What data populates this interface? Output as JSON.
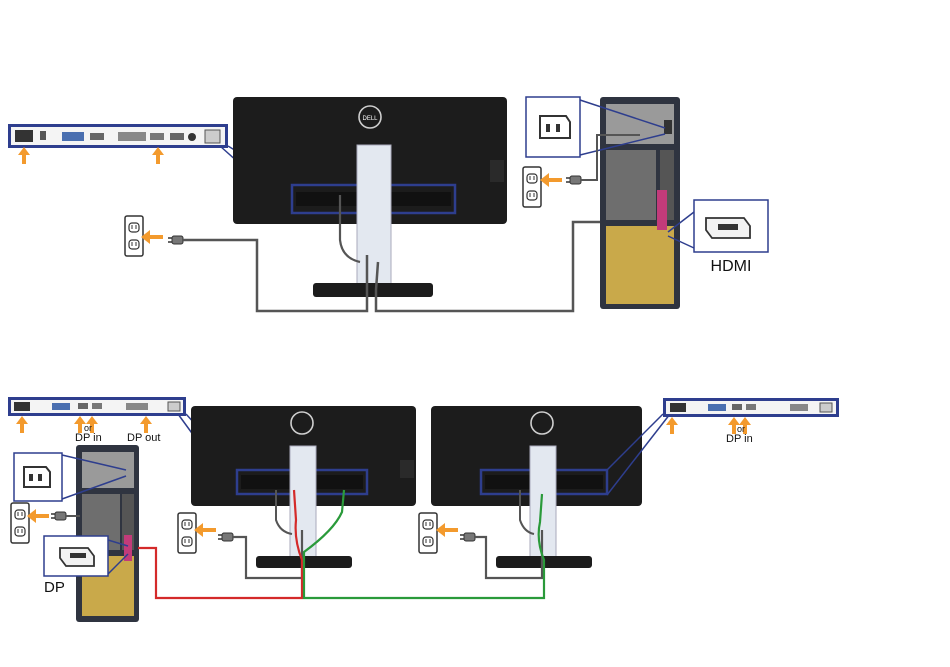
{
  "diagram": {
    "top": {
      "callout_label": "HDMI"
    },
    "bottom": {
      "left_port_labels": {
        "or": "or",
        "dp_in": "DP in",
        "dp_out": "DP out"
      },
      "right_port_labels": {
        "or": "or",
        "dp_in": "DP in"
      },
      "callout_label": "DP"
    }
  },
  "brand_badge": "DELL",
  "colors": {
    "arrow": "#f39a2d",
    "highlight": "#2e3e8e",
    "cable_power": "#555555",
    "cable_red": "#d42a2a",
    "cable_green": "#2a9a3a",
    "monitor_body": "#1c1c1c",
    "stand": "#e3e8f0",
    "tower": "#2f3440"
  },
  "icons": [
    "power-outlet-icon",
    "power-plug-icon",
    "power-connector-icon",
    "hdmi-connector-icon",
    "displayport-connector-icon",
    "dell-logo-icon",
    "orange-arrow-icon"
  ]
}
